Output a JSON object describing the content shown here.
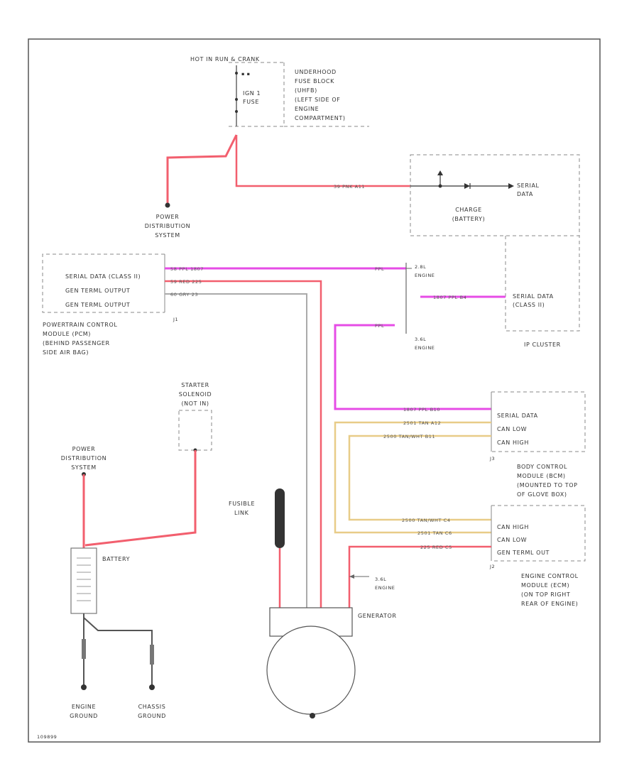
{
  "colors": {
    "red": "#f25f6e",
    "pink": "#f0a0a8",
    "purple": "#e64ce6",
    "tan": "#e8cc88",
    "grey": "#aaaaaa",
    "dark": "#333333"
  },
  "fuse_block": {
    "hot_label": "HOT IN RUN & CRANK",
    "fuse_label": [
      "IGN 1",
      "FUSE"
    ],
    "location": [
      "UNDERHOOD",
      "FUSE BLOCK",
      "(UHFB)",
      "(LEFT SIDE OF",
      "ENGINE",
      "COMPARTMENT)"
    ]
  },
  "power_dist_top": [
    "POWER",
    "DISTRIBUTION",
    "SYSTEM"
  ],
  "power_dist_bottom": [
    "POWER",
    "DISTRIBUTION",
    "SYSTEM"
  ],
  "charge_module": {
    "serial_label": [
      "SERIAL",
      "DATA"
    ],
    "charge_label": [
      "CHARGE",
      "(BATTERY)"
    ]
  },
  "pcm": {
    "pins": [
      "SERIAL DATA (CLASS II)",
      "GEN TERML OUTPUT",
      "GEN TERML OUTPUT"
    ],
    "wires": [
      {
        "pin": "58",
        "color": "PPL",
        "circuit": "1807"
      },
      {
        "pin": "59",
        "color": "RED",
        "circuit": "225"
      },
      {
        "pin": "60",
        "color": "GRY",
        "circuit": "23"
      }
    ],
    "connector": "J1",
    "label": [
      "POWERTRAIN CONTROL",
      "MODULE (PCM)",
      "(BEHIND PASSENGER",
      "SIDE AIR BAG)"
    ]
  },
  "engine_split": {
    "upper": [
      "2.8L",
      "ENGINE"
    ],
    "lower": [
      "3.6L",
      "ENGINE"
    ],
    "ppl_tag": "PPL"
  },
  "ip_cluster": {
    "pin_label": [
      "SERIAL DATA",
      "(CLASS II)"
    ],
    "wire": {
      "circuit": "1807",
      "color": "PPL",
      "pin": "B4"
    },
    "label": "IP CLUSTER"
  },
  "bcm": {
    "pins": [
      "SERIAL DATA",
      "CAN LOW",
      "CAN HIGH"
    ],
    "wires": [
      {
        "circuit": "1807",
        "color": "PPL",
        "pin": "B10"
      },
      {
        "circuit": "2501",
        "color": "TAN",
        "pin": "A12"
      },
      {
        "circuit": "2500",
        "color": "TAN/WHT",
        "pin": "B11"
      }
    ],
    "connector": "J3",
    "label": [
      "BODY CONTROL",
      "MODULE (BCM)",
      "(MOUNTED TO TOP",
      "OF GLOVE BOX)"
    ]
  },
  "ecm": {
    "pins": [
      "CAN HIGH",
      "CAN LOW",
      "GEN TERML OUT"
    ],
    "wires": [
      {
        "circuit": "2500",
        "color": "TAN/WHT",
        "pin": "C4"
      },
      {
        "circuit": "2501",
        "color": "TAN",
        "pin": "C6"
      },
      {
        "circuit": "225",
        "color": "RED",
        "pin": "C5"
      }
    ],
    "connector": "J2",
    "note": [
      "3.6L",
      "ENGINE"
    ],
    "label": [
      "ENGINE CONTROL",
      "MODULE (ECM)",
      "(ON TOP RIGHT",
      "REAR OF ENGINE)"
    ]
  },
  "starter": [
    "STARTER",
    "SOLENOID",
    "(NOT IN)"
  ],
  "fusible_link": [
    "FUSIBLE",
    "LINK"
  ],
  "battery_label": "BATTERY",
  "generator_label": "GENERATOR",
  "grounds": {
    "engine": [
      "ENGINE",
      "GROUND"
    ],
    "chassis": [
      "CHASSIS",
      "GROUND"
    ]
  },
  "footer_code": "109899"
}
